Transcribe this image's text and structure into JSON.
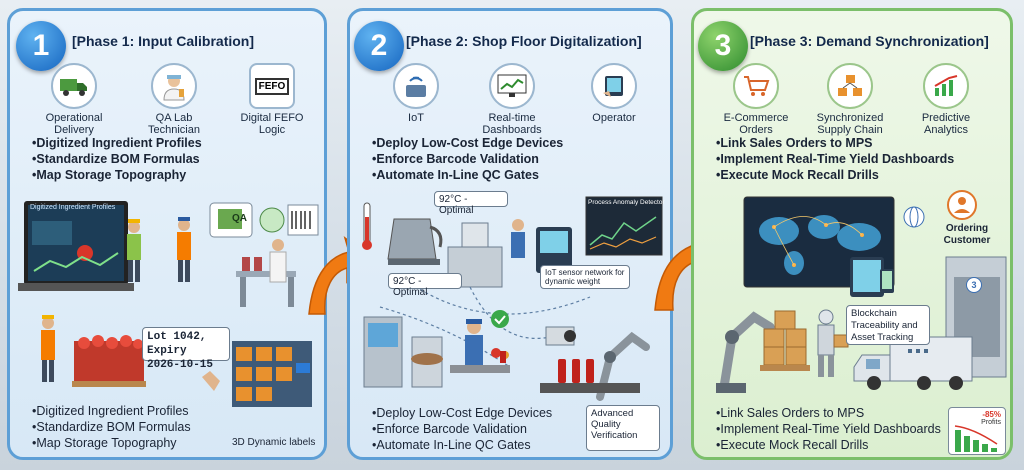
{
  "phase1": {
    "number": "1",
    "title": "[Phase 1: Input Calibration]",
    "icons": [
      {
        "label": "Operational Delivery",
        "icon": "delivery-truck-icon"
      },
      {
        "label": "QA Lab Technician",
        "icon": "lab-technician-icon"
      },
      {
        "label": "Digital FEFO Logic",
        "icon": "fefo-tablet-icon"
      }
    ],
    "bullets": [
      "Digitized Ingredient Profiles",
      "Standardize BOM Formulas",
      "Map Storage Topography"
    ],
    "bullets_bottom": [
      "Digitized Ingredient Profiles",
      "Standardize BOM Formulas",
      "Map Storage Topography"
    ],
    "screen_title": "Digitized Ingredient Profiles",
    "lot_label": "Lot 1042, Expiry",
    "lot_date": "2026-10-15",
    "qa_label": "QA",
    "fefo_label": "FEFO",
    "dynamic_labels": "3D Dynamic labels"
  },
  "phase2": {
    "number": "2",
    "title": "[Phase 2: Shop Floor Digitalization]",
    "icons": [
      {
        "label": "IoT",
        "icon": "iot-sensor-icon"
      },
      {
        "label": "Real-time Dashboards",
        "icon": "dashboard-chart-icon"
      },
      {
        "label": "Operator",
        "icon": "operator-tablet-icon"
      }
    ],
    "bullets": [
      "Deploy Low-Cost Edge Devices",
      "Enforce Barcode Validation",
      "Automate In-Line QC Gates"
    ],
    "bullets_bottom": [
      "Deploy Low-Cost Edge Devices",
      "Enforce Barcode Validation",
      "Automate In-Line QC Gates"
    ],
    "temp_top": "92°C - Optimal",
    "temp_bottom": "92°C - Optimal",
    "anomaly_title": "Process Anomaly Detector",
    "sensor_note": "IoT sensor network for dynamic weight",
    "quality_note": "Advanced Quality Verification"
  },
  "phase3": {
    "number": "3",
    "title": "[Phase 3: Demand Synchronization]",
    "icons": [
      {
        "label": "E-Commerce Orders",
        "icon": "shopping-cart-icon"
      },
      {
        "label": "Synchronized Supply Chain",
        "icon": "supply-chain-boxes-icon"
      },
      {
        "label": "Predictive Analytics",
        "icon": "analytics-chart-icon"
      }
    ],
    "bullets": [
      "Link Sales Orders to MPS",
      "Implement Real-Time Yield Dashboards",
      "Execute Mock Recall Drills"
    ],
    "bullets_bottom": [
      "Link Sales Orders to MPS",
      "Implement Real-Time Yield Dashboards",
      "Execute Mock Recall Drills"
    ],
    "customer_label": "Ordering Customer",
    "blockchain_note": "Blockchain Traceability and Asset Tracking",
    "profit_pct": "-85%",
    "profit_label": "Profits",
    "dock_number": "3"
  },
  "colors": {
    "phase_blue": "#1565c0",
    "phase_green": "#2e8b2e",
    "arrow_orange": "#f07a12"
  }
}
